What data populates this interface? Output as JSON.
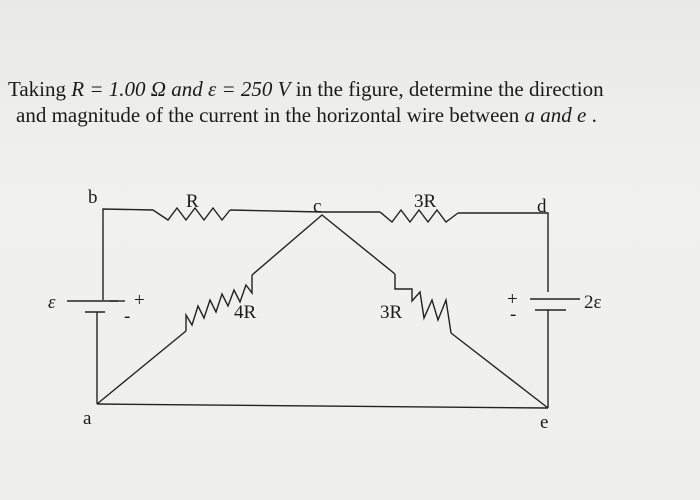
{
  "question": {
    "line1_a": "Taking ",
    "line1_R": "R = 1.00 Ω and ε = 250 V",
    "line1_b": " in the figure, determine the direction",
    "line2_a": "and magnitude of the current in the horizontal wire between ",
    "line2_b": "a and e",
    "line2_c": " ."
  },
  "circuit": {
    "nodes": [
      "a",
      "b",
      "c",
      "d",
      "e"
    ],
    "resistors": {
      "bc": "R",
      "cd": "3R",
      "ca": "4R",
      "ce": "3R"
    },
    "sources": {
      "left": "ε",
      "right": "2ε"
    },
    "plus": "+",
    "minus": "-"
  }
}
